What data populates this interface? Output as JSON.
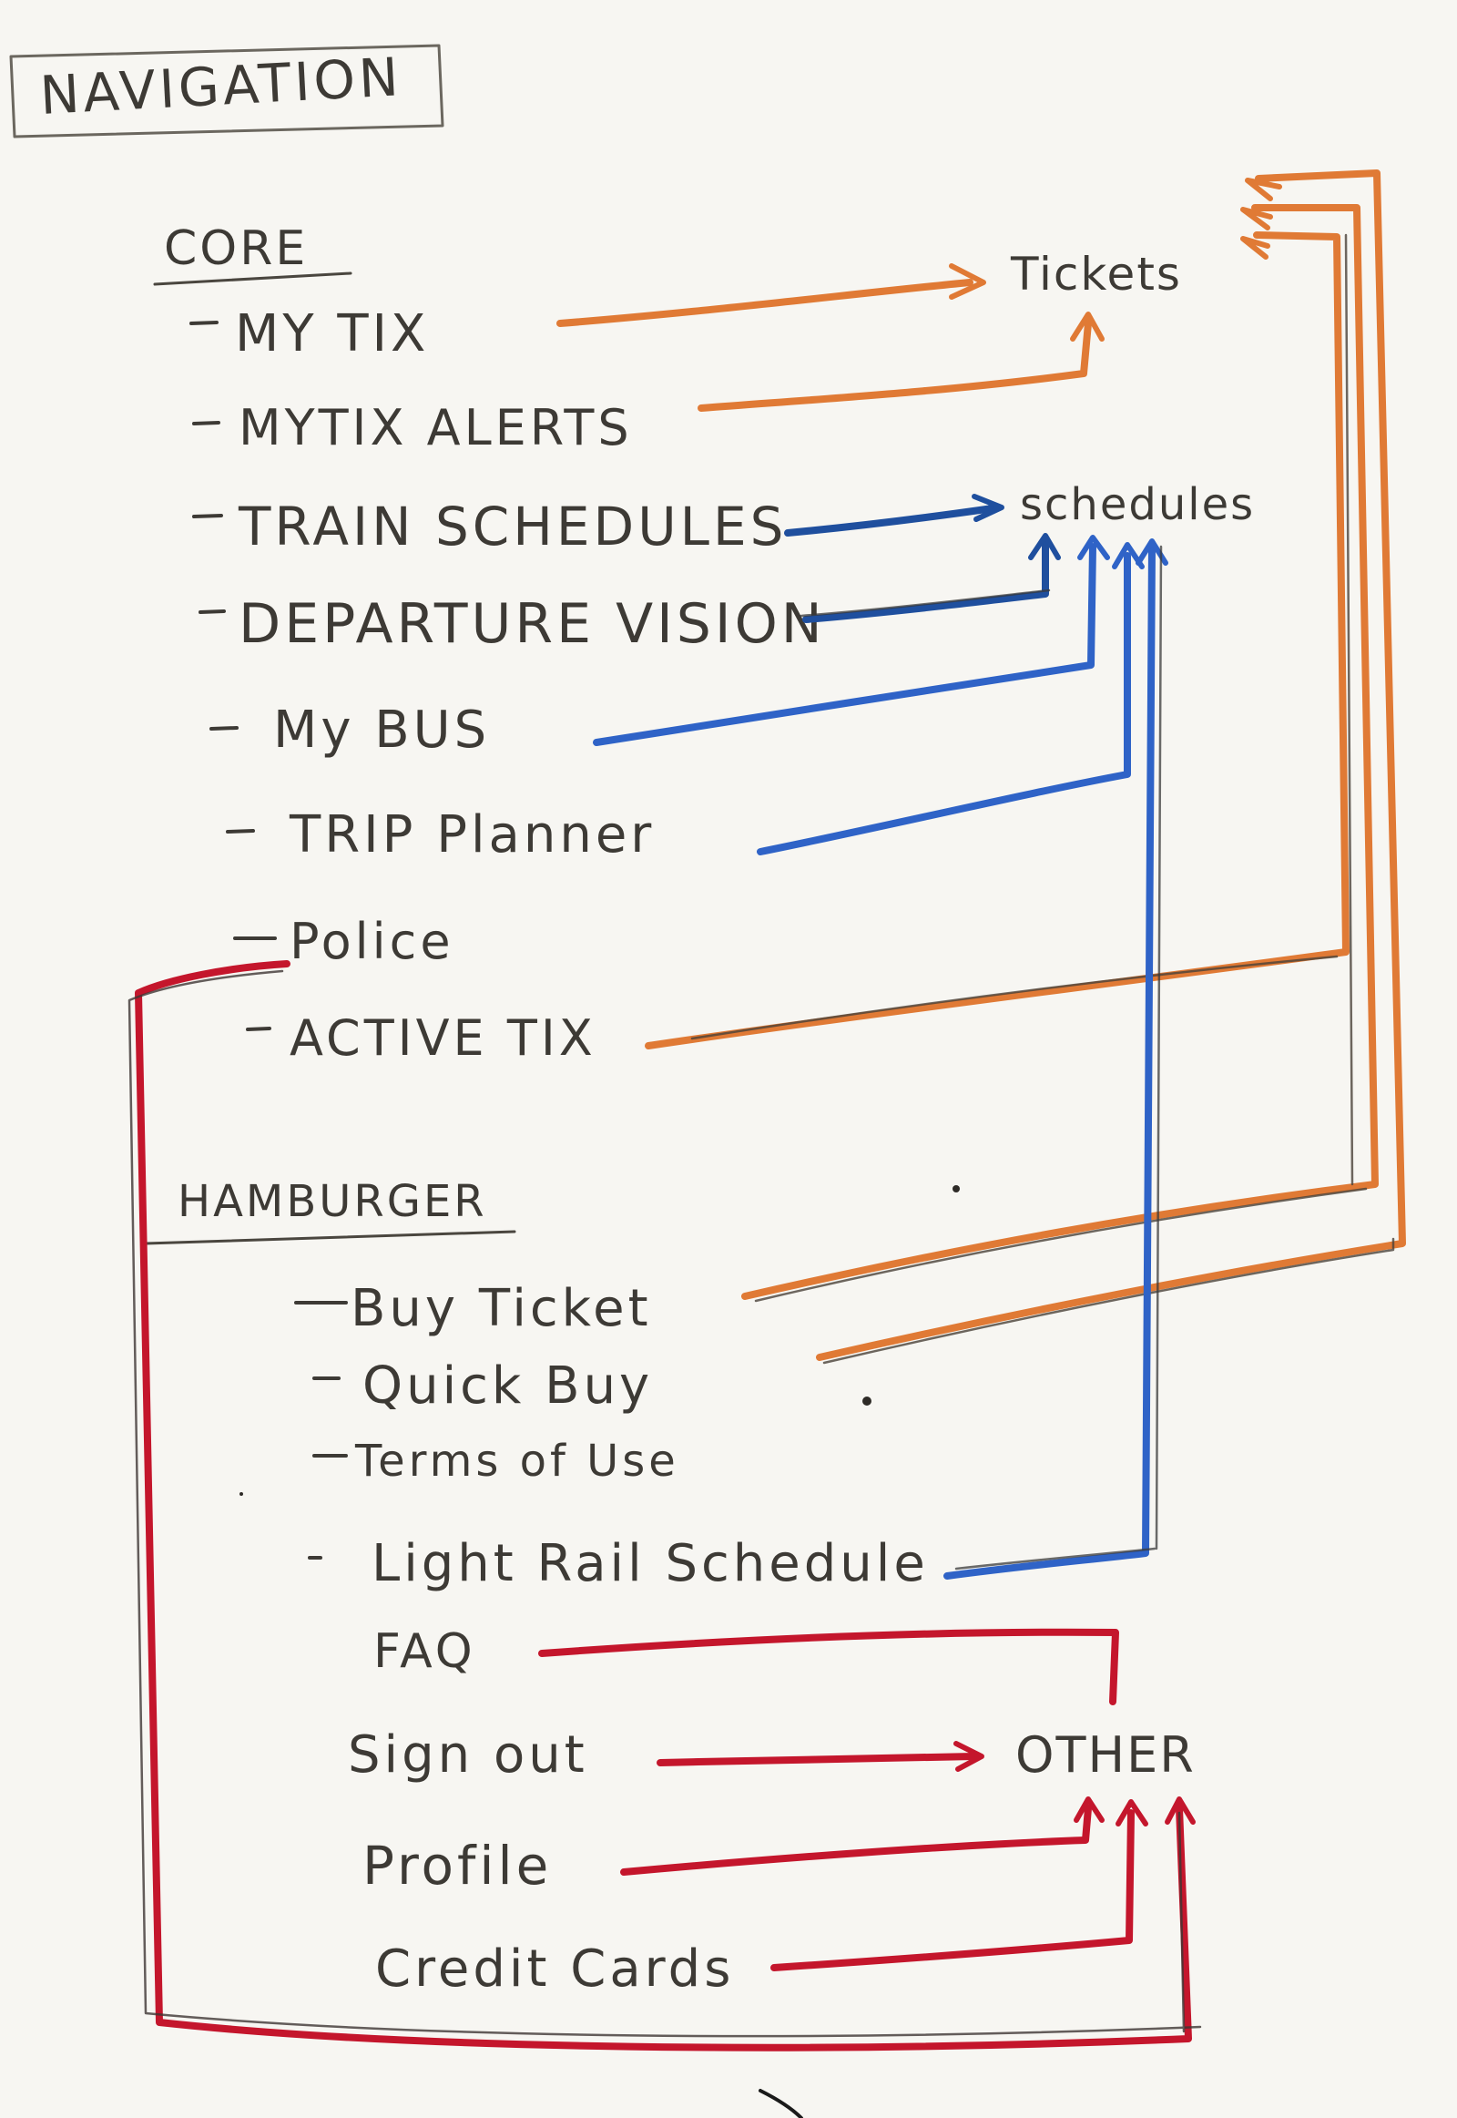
{
  "title": "NAVIGATION",
  "sections": [
    {
      "heading": "CORE",
      "items": [
        {
          "label": "MY TIX",
          "target": "Tickets"
        },
        {
          "label": "MYTIX ALERTS",
          "target": "Tickets"
        },
        {
          "label": "TRAIN SCHEDULES",
          "target": "schedules"
        },
        {
          "label": "DEPARTURE VISION",
          "target": "schedules"
        },
        {
          "label": "My BUS",
          "target": "schedules"
        },
        {
          "label": "TRIP Planner",
          "target": "schedules"
        },
        {
          "label": "Police",
          "target": "OTHER"
        },
        {
          "label": "ACTIVE TIX",
          "target": "Tickets"
        }
      ]
    },
    {
      "heading": "HAMBURGER",
      "items": [
        {
          "label": "Buy Ticket",
          "target": "Tickets"
        },
        {
          "label": "Quick Buy",
          "target": "Tickets"
        },
        {
          "label": "Terms of Use",
          "target": ""
        },
        {
          "label": "Light Rail Schedule",
          "target": "schedules"
        },
        {
          "label": "FAQ",
          "target": "OTHER"
        },
        {
          "label": "Sign out",
          "target": "OTHER"
        },
        {
          "label": "Profile",
          "target": "OTHER"
        },
        {
          "label": "Credit Cards",
          "target": "OTHER"
        }
      ]
    }
  ],
  "categories": {
    "tickets": "Tickets",
    "schedules": "schedules",
    "other": "OTHER"
  },
  "colors": {
    "paper": "#f7f6f2",
    "pencil": "#3d3a35",
    "tickets": "#e07a35",
    "schedules": "#1f4f9e",
    "schedules_light": "#2f63c7",
    "other": "#c4162c"
  }
}
